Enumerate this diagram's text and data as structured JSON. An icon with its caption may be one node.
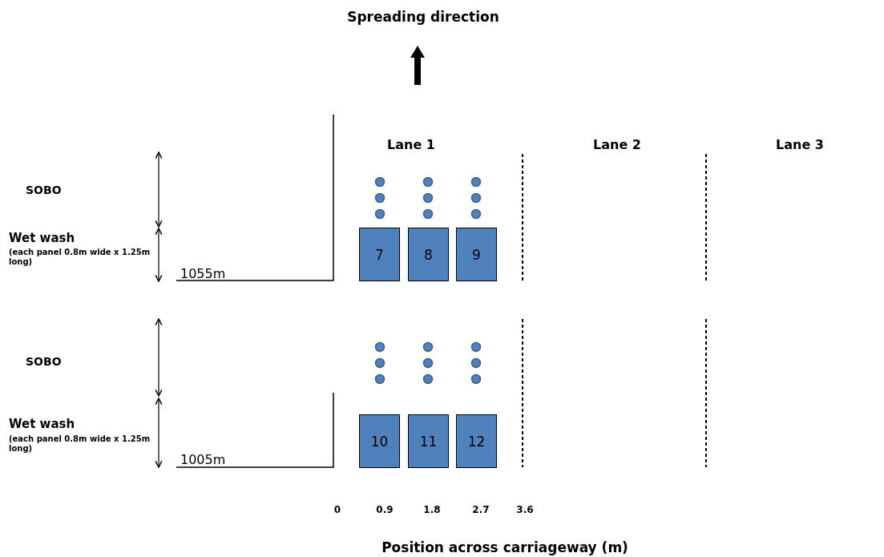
{
  "diagram": {
    "nodes": [
      {
        "text": [
          "7"
        ]
      },
      {
        "text": [
          "8"
        ]
      },
      {
        "text": [
          "9"
        ]
      },
      {
        "text": [
          "10"
        ]
      },
      {
        "text": [
          "11"
        ]
      },
      {
        "text": [
          "12"
        ]
      }
    ],
    "edges": [],
    "labels": [
      "Spreading direction",
      "Lane 1",
      "Lane 2",
      "Lane 3",
      "SOBO",
      "Wet wash",
      "(each panel 0.8m wide x 1.25m long)",
      "1055m",
      "SOBO",
      "Wet wash",
      "(each panel 0.8m wide x 1.25m long)",
      "1005m",
      "0",
      "0.9",
      "1.8",
      "2.7",
      "3.6",
      "Position across carriageway (m)"
    ]
  }
}
